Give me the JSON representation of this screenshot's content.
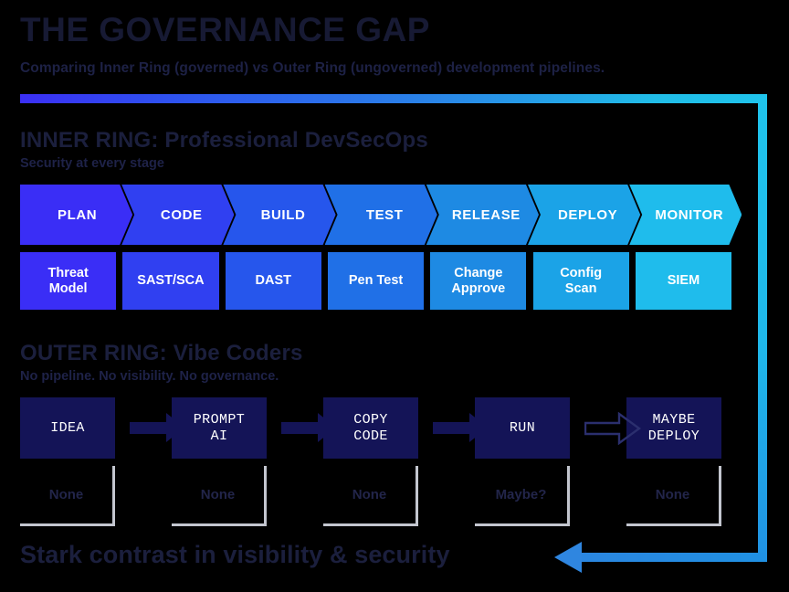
{
  "header": {
    "title": "THE GOVERNANCE GAP",
    "subtitle": "Comparing Inner Ring (governed) vs Outer Ring (ungoverned) development pipelines."
  },
  "inner_ring": {
    "title": "INNER RING: Professional DevSecOps",
    "subtitle": "Security at every stage",
    "stages": [
      {
        "label": "PLAN",
        "color": "#3a2ef6"
      },
      {
        "label": "CODE",
        "color": "#3040f1"
      },
      {
        "label": "BUILD",
        "color": "#2656ec"
      },
      {
        "label": "TEST",
        "color": "#2070e7"
      },
      {
        "label": "RELEASE",
        "color": "#1e8ae3"
      },
      {
        "label": "DEPLOY",
        "color": "#1ba3e7"
      },
      {
        "label": "MONITOR",
        "color": "#1fbcec"
      }
    ],
    "controls": [
      {
        "label": "Threat\nModel",
        "color": "#3a2ef6"
      },
      {
        "label": "SAST/SCA",
        "color": "#3040f1"
      },
      {
        "label": "DAST",
        "color": "#2656ec"
      },
      {
        "label": "Pen Test",
        "color": "#2070e7"
      },
      {
        "label": "Change\nApprove",
        "color": "#1e8ae3"
      },
      {
        "label": "Config\nScan",
        "color": "#1ba3e7"
      },
      {
        "label": "SIEM",
        "color": "#1fbcec"
      }
    ]
  },
  "outer_ring": {
    "title": "OUTER RING: Vibe Coders",
    "subtitle": "No pipeline. No visibility. No governance.",
    "steps": [
      {
        "label": "IDEA"
      },
      {
        "label": "PROMPT\nAI"
      },
      {
        "label": "COPY\nCODE"
      },
      {
        "label": "RUN"
      },
      {
        "label": "MAYBE\nDEPLOY"
      }
    ],
    "arrows": [
      {
        "style": "solid"
      },
      {
        "style": "solid"
      },
      {
        "style": "solid"
      },
      {
        "style": "hollow"
      }
    ],
    "governance": [
      {
        "label": "None"
      },
      {
        "label": "None"
      },
      {
        "label": "None"
      },
      {
        "label": "Maybe?"
      },
      {
        "label": "None"
      }
    ]
  },
  "footer": {
    "caption": "Stark contrast in visibility & security"
  },
  "theme": {
    "background": "#000000",
    "heading_color": "#1b1f3d",
    "accent_start": "#3b2ff5",
    "accent_end": "#1fc4ec",
    "outer_box_fill": "#141457",
    "governance_border": "#c3c6cf"
  }
}
